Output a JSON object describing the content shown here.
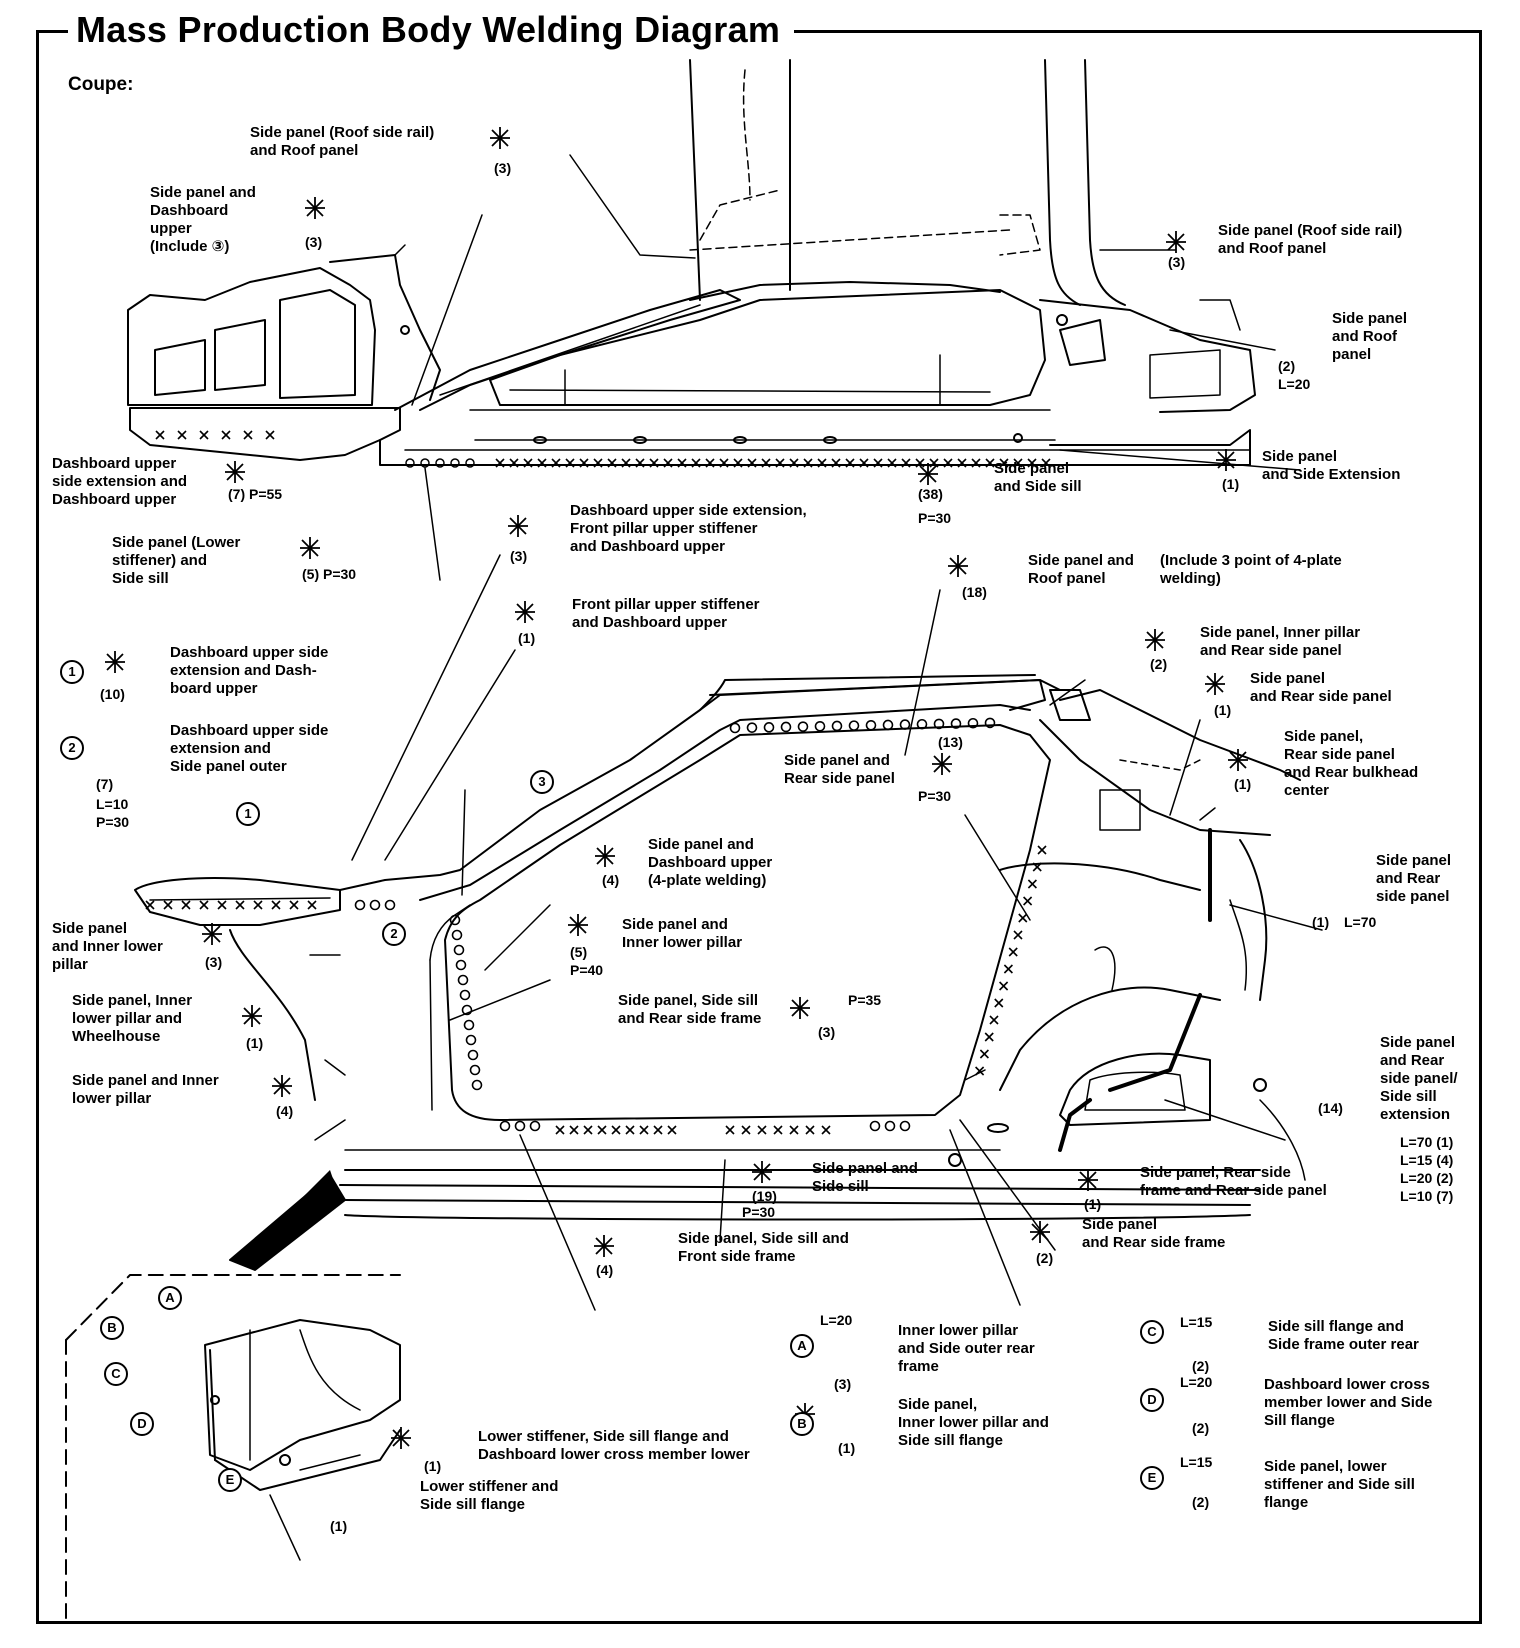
{
  "title": "Mass Production Body Welding Diagram",
  "subtitle": "Coupe:",
  "labels": {
    "l01": [
      "Side panel (Roof side rail)",
      "and Roof panel"
    ],
    "l02": [
      "Side panel and",
      "Dashboard",
      "upper",
      "(Include ③)"
    ],
    "l03": [
      "Side panel (Roof side rail)",
      "and Roof panel"
    ],
    "l04": [
      "Side panel",
      "and Roof",
      "panel"
    ],
    "l05": [
      "Dashboard upper",
      "side  extension and",
      "Dashboard upper"
    ],
    "l06": [
      "Side panel",
      "and Side sill"
    ],
    "l07": [
      "Side panel",
      "and Side Extension"
    ],
    "l08": [
      "Side panel (Lower",
      "stiffener) and",
      "Side sill"
    ],
    "l09": [
      "Dashboard upper side extension,",
      "Front pillar upper stiffener",
      "and Dashboard upper"
    ],
    "l10": [
      "Side panel and",
      "Roof panel"
    ],
    "l10b": [
      "(Include 3 point of 4-plate",
      "welding)"
    ],
    "l11": [
      "Front pillar upper stiffener",
      "and Dashboard upper"
    ],
    "l12": [
      "Side panel, Inner pillar",
      "and Rear side panel"
    ],
    "l13": [
      "Dashboard upper side",
      "extension and Dash-",
      "board upper"
    ],
    "l14": [
      "Side panel",
      "and Rear side panel"
    ],
    "l15": [
      "Dashboard upper side",
      "extension and",
      "Side panel outer"
    ],
    "l16": [
      "Side panel,",
      "Rear side panel",
      "and Rear bulkhead",
      "center"
    ],
    "l17": [
      "Side panel and",
      "Rear side panel"
    ],
    "l18": [
      "Side panel and",
      "Dashboard upper",
      "(4-plate welding)"
    ],
    "l19": [
      "Side panel",
      "and Rear",
      "side panel"
    ],
    "l20": [
      "Side panel",
      "and Inner lower",
      "pillar"
    ],
    "l21": [
      "Side panel and",
      "Inner lower pillar"
    ],
    "l22": [
      "Side panel, Inner",
      "lower pillar and",
      "Wheelhouse"
    ],
    "l23": [
      "Side panel, Side sill",
      "and Rear side frame"
    ],
    "l24": [
      "Side panel and Inner",
      "lower pillar"
    ],
    "l25": [
      "Side panel",
      "and Rear",
      "side panel/",
      "Side sill",
      "extension"
    ],
    "l26": [
      "Side panel and",
      "Side sill"
    ],
    "l27": [
      "Side panel,  Rear side",
      "frame and Rear side panel"
    ],
    "l28": [
      "Side panel, Side sill and",
      "Front side frame"
    ],
    "l29": [
      "Side panel",
      "and Rear side frame"
    ],
    "l30": [
      "Inner lower pillar",
      "and Side outer rear",
      "frame"
    ],
    "l31": [
      "Side sill flange and",
      "Side frame outer rear"
    ],
    "l32": [
      "Dashboard lower cross",
      "member lower and Side",
      "Sill flange"
    ],
    "l33": [
      "Side panel,",
      "Inner lower pillar and",
      "Side sill flange"
    ],
    "l34": [
      "Lower stiffener, Side sill flange and",
      "Dashboard lower cross member lower"
    ],
    "l35": [
      "Side panel,  lower",
      "stiffener and Side sill",
      "flange"
    ],
    "l36": [
      "Lower stiffener and",
      "Side sill flange"
    ]
  },
  "counts": {
    "c01": "(3)",
    "c02": "(3)",
    "c03": "(3)",
    "c04": "(2)",
    "c04b": "L=20",
    "c05": "(7) P=55",
    "c06": "(38)",
    "c06b": "P=30",
    "c07": "(1)",
    "c08": "(5) P=30",
    "c09": "(3)",
    "c10": "(18)",
    "c11": "(1)",
    "c12": "(2)",
    "c13": "(10)",
    "c14": "(1)",
    "c15": "(7)",
    "c15b": "L=10",
    "c15c": "P=30",
    "c16": "(1)",
    "c17": "(13)",
    "c17b": "P=30",
    "c18": "(4)",
    "c19": "(1)",
    "c19b": "L=70",
    "c20": "(3)",
    "c21": "(5)",
    "c21b": "P=40",
    "c22": "(1)",
    "c23": "(3)",
    "c23b": "P=35",
    "c24": "(4)",
    "c25": "(14)",
    "c25b": "L=70 (1)",
    "c25c": "L=15 (4)",
    "c25d": "L=20 (2)",
    "c25e": "L=10 (7)",
    "c26": "(19)",
    "c26b": "P=30",
    "c27": "(1)",
    "c28": "(4)",
    "c29": "(2)",
    "c30": "(3)",
    "c30b": "L=20",
    "c31": "(2)",
    "c31b": "L=15",
    "c32": "(2)",
    "c32b": "L=20",
    "c33": "(1)",
    "c34": "(1)",
    "c35": "(2)",
    "c35b": "L=15",
    "c36": "(1)"
  },
  "markers": {
    "m1": "1",
    "m2": "2",
    "m3": "3",
    "m1b": "1",
    "m2b": "2",
    "mA": "A",
    "mB": "B",
    "mC": "C",
    "mD": "D",
    "mE": "E",
    "mA2": "A",
    "mB2": "B",
    "mC2": "C",
    "mD2": "D",
    "mE2": "E"
  },
  "colors": {
    "ink": "#000000",
    "paper": "#ffffff"
  }
}
